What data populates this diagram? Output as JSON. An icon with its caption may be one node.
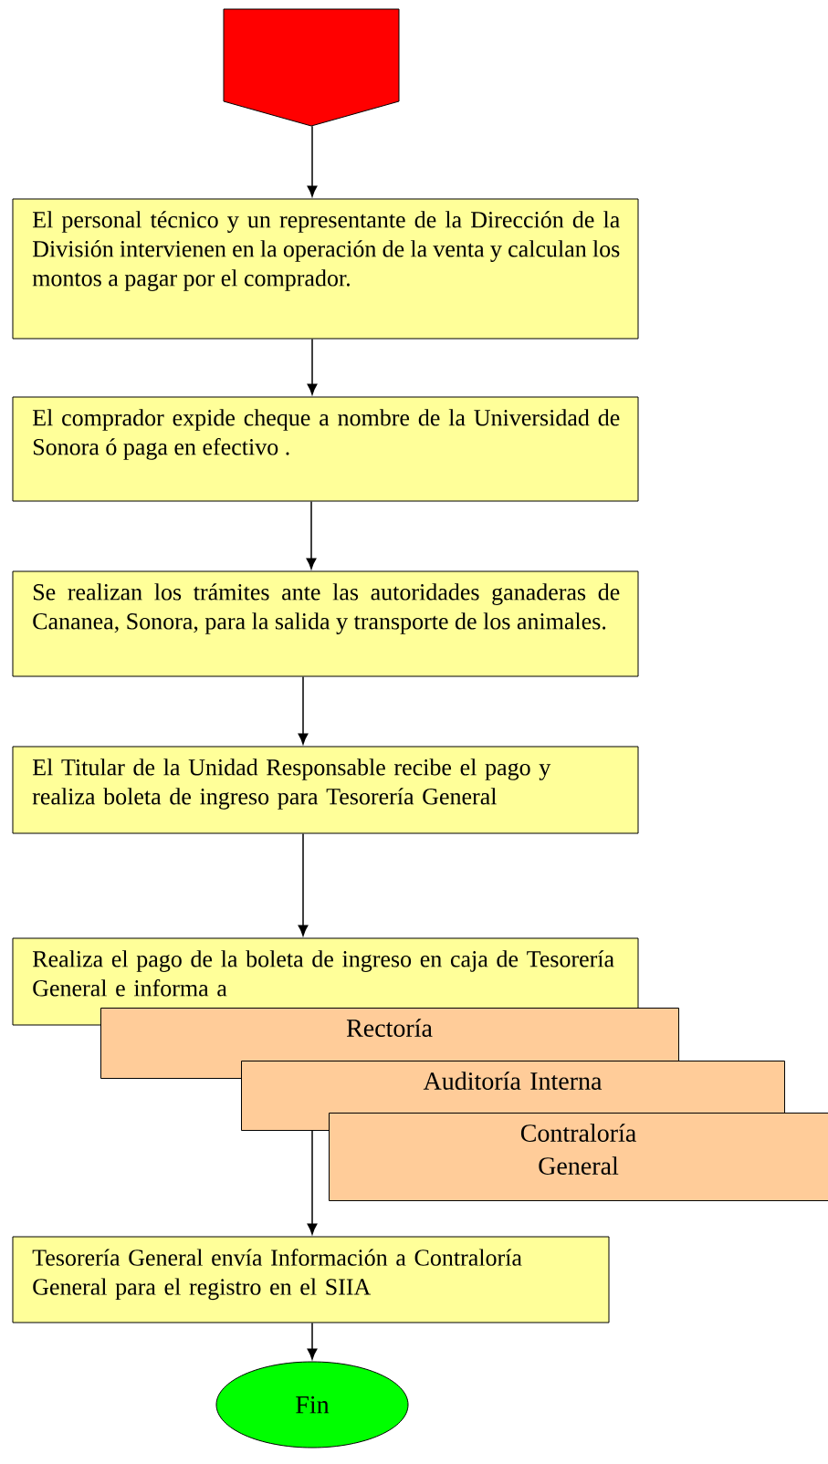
{
  "diagram": {
    "nodes": [
      {
        "text": [],
        "shape": "pentagon"
      },
      {
        "text": [
          "El personal técnico y un representante de la Dirección de la División intervienen en la operación de la venta y calculan los montos a pagar por el comprador."
        ]
      },
      {
        "text": [
          "El comprador expide cheque a nombre de la Universidad de Sonora ó paga en efectivo ."
        ]
      },
      {
        "text": [
          "Se realizan los trámites ante las autoridades ganaderas de Cananea, Sonora, para la salida y transporte de los animales."
        ]
      },
      {
        "text": [
          "El Titular de la Unidad Responsable recibe el pago y realiza boleta de ingreso para Tesorería General"
        ]
      },
      {
        "text": [
          "Realiza el pago de la boleta de ingreso en caja de Tesorería General e informa a"
        ]
      },
      {
        "text": [
          "Rectoría"
        ]
      },
      {
        "text": [
          "Auditoría Interna"
        ]
      },
      {
        "text": [
          "Contraloría General"
        ]
      },
      {
        "text": [
          "Tesorería General envía Información a Contraloría General para el registro en el SIIA"
        ]
      },
      {
        "text": [
          "Fin"
        ]
      }
    ],
    "edges": [
      {
        "from": 0,
        "to": 1,
        "arrow": "to"
      },
      {
        "from": 1,
        "to": 2,
        "arrow": "to"
      },
      {
        "from": 2,
        "to": 3,
        "arrow": "to"
      },
      {
        "from": 3,
        "to": 4,
        "arrow": "to"
      },
      {
        "from": 4,
        "to": 5,
        "arrow": "to"
      },
      {
        "from": 7,
        "to": 9,
        "arrow": "to"
      },
      {
        "from": 9,
        "to": 10,
        "arrow": "to"
      }
    ]
  }
}
